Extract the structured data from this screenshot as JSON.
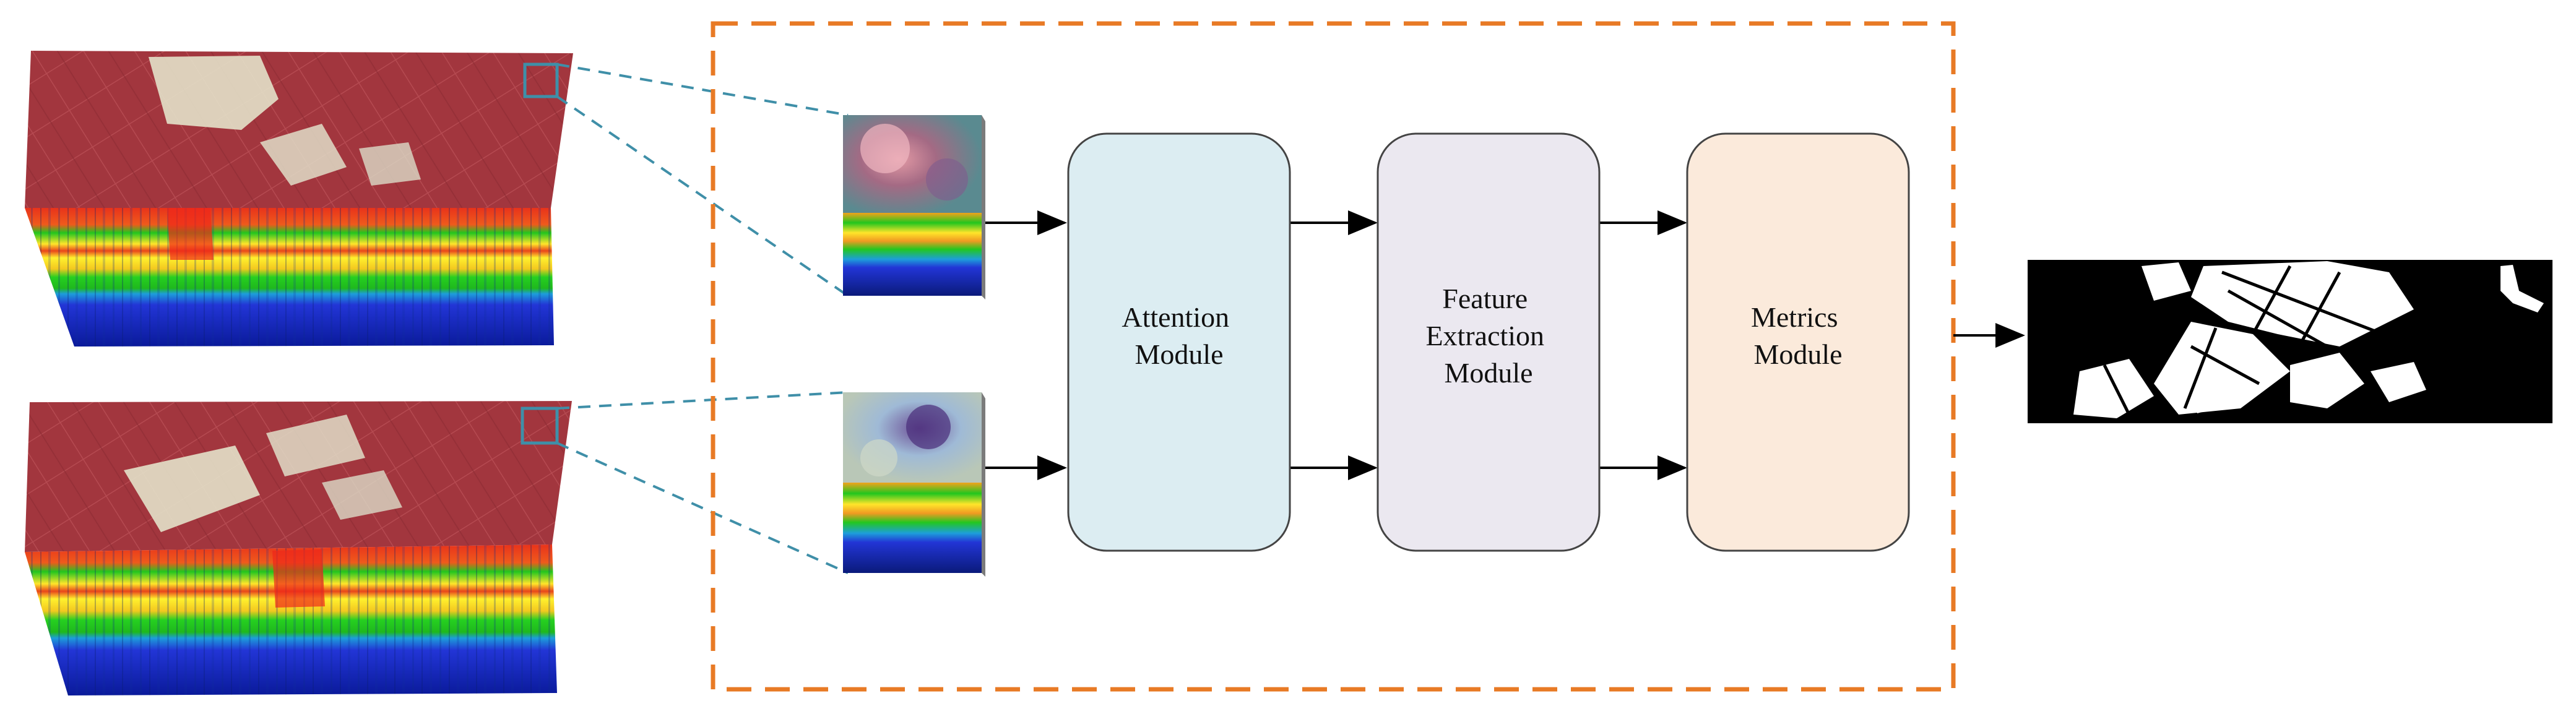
{
  "modules": [
    {
      "id": "attention",
      "lines": [
        "Attention",
        "Module"
      ],
      "fill": "#dcedf2"
    },
    {
      "id": "feature-extraction",
      "lines": [
        "Feature",
        "Extraction",
        "Module"
      ],
      "fill": "#ebe8f0"
    },
    {
      "id": "metrics",
      "lines": [
        "Metrics",
        "Module"
      ],
      "fill": "#fbeadb"
    }
  ],
  "colors": {
    "frame_dash": "#e87a25",
    "zoom_line": "#3f8fa8",
    "zoom_box": "#3f8fa8",
    "arrow": "#000000",
    "module_stroke": "#444444",
    "image_red": "#a2363e",
    "spectral_red": "#e82a18",
    "spectral_yellow": "#ffee28",
    "spectral_green": "#2ccf22",
    "spectral_blue": "#1a2fd0",
    "change_map_bg": "#000000",
    "change_map_fg": "#ffffff"
  },
  "icons": {
    "input_cubes": "hyperspectral-cube-icon",
    "patch_cubes": "patch-cube-icon",
    "output": "change-map-icon"
  }
}
